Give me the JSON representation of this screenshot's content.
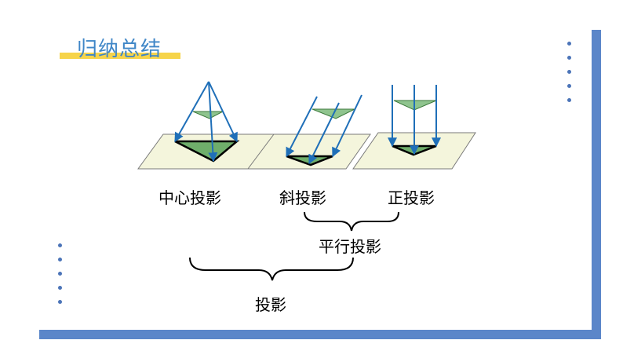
{
  "title": "归纳总结",
  "labels": {
    "central": "中心投影",
    "oblique": "斜投影",
    "orthographic": "正投影",
    "parallel": "平行投影",
    "projection": "投影"
  },
  "colors": {
    "frame": "#5b86c9",
    "title_text": "#3f86c7",
    "title_underline": "#f6d44a",
    "plane_fill": "#f4f5dc",
    "triangle_light": "#8fc48e",
    "triangle_shadow": "#6fae6b",
    "arrow": "#1f6fb8"
  }
}
